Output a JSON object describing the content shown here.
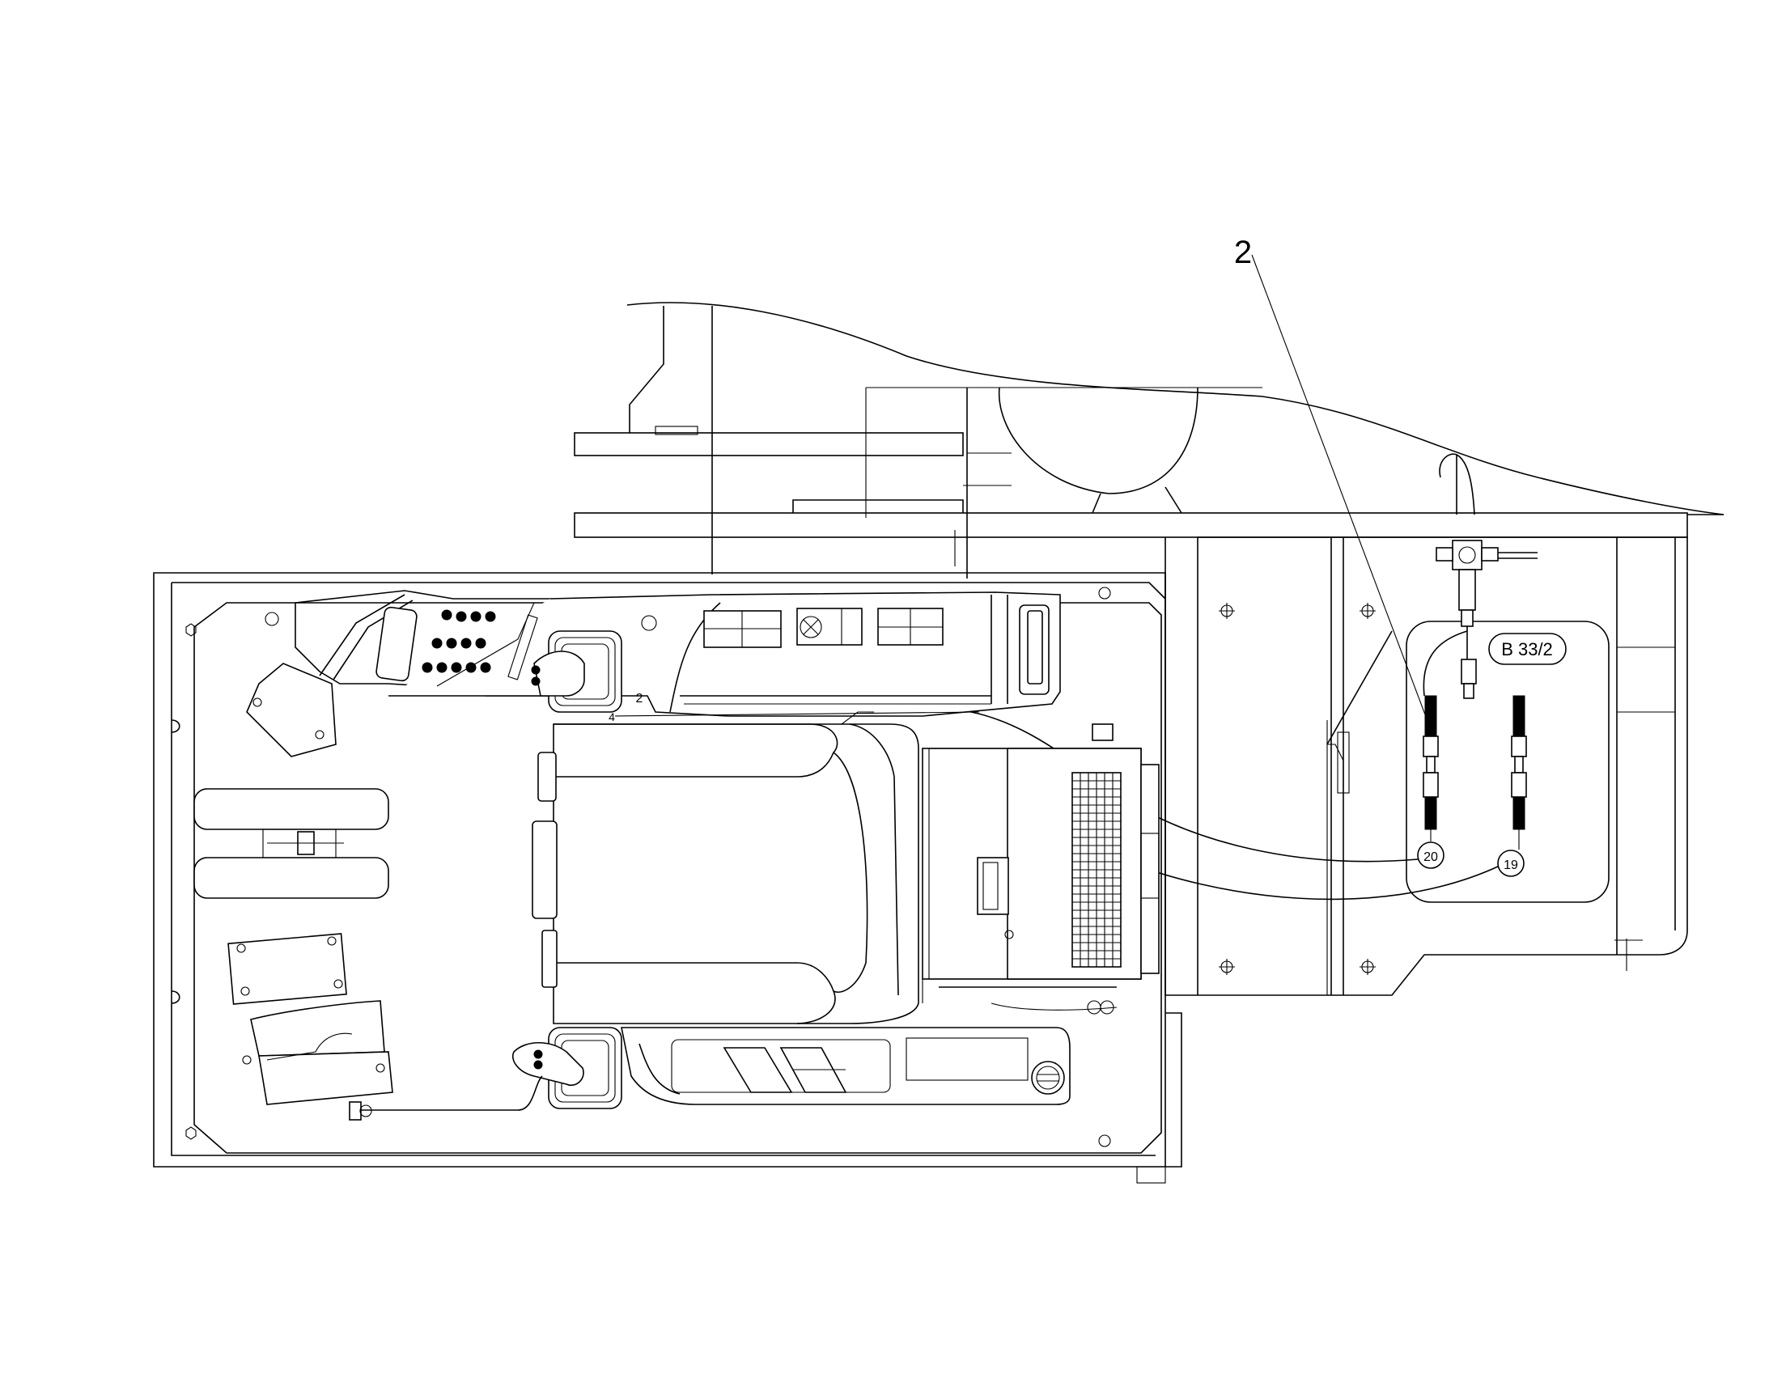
{
  "callouts": {
    "main": "2",
    "small_top": "2",
    "small_side": "4"
  },
  "labels": {
    "connector_box": "B 33/2",
    "hose_a": "20",
    "hose_b": "19"
  }
}
